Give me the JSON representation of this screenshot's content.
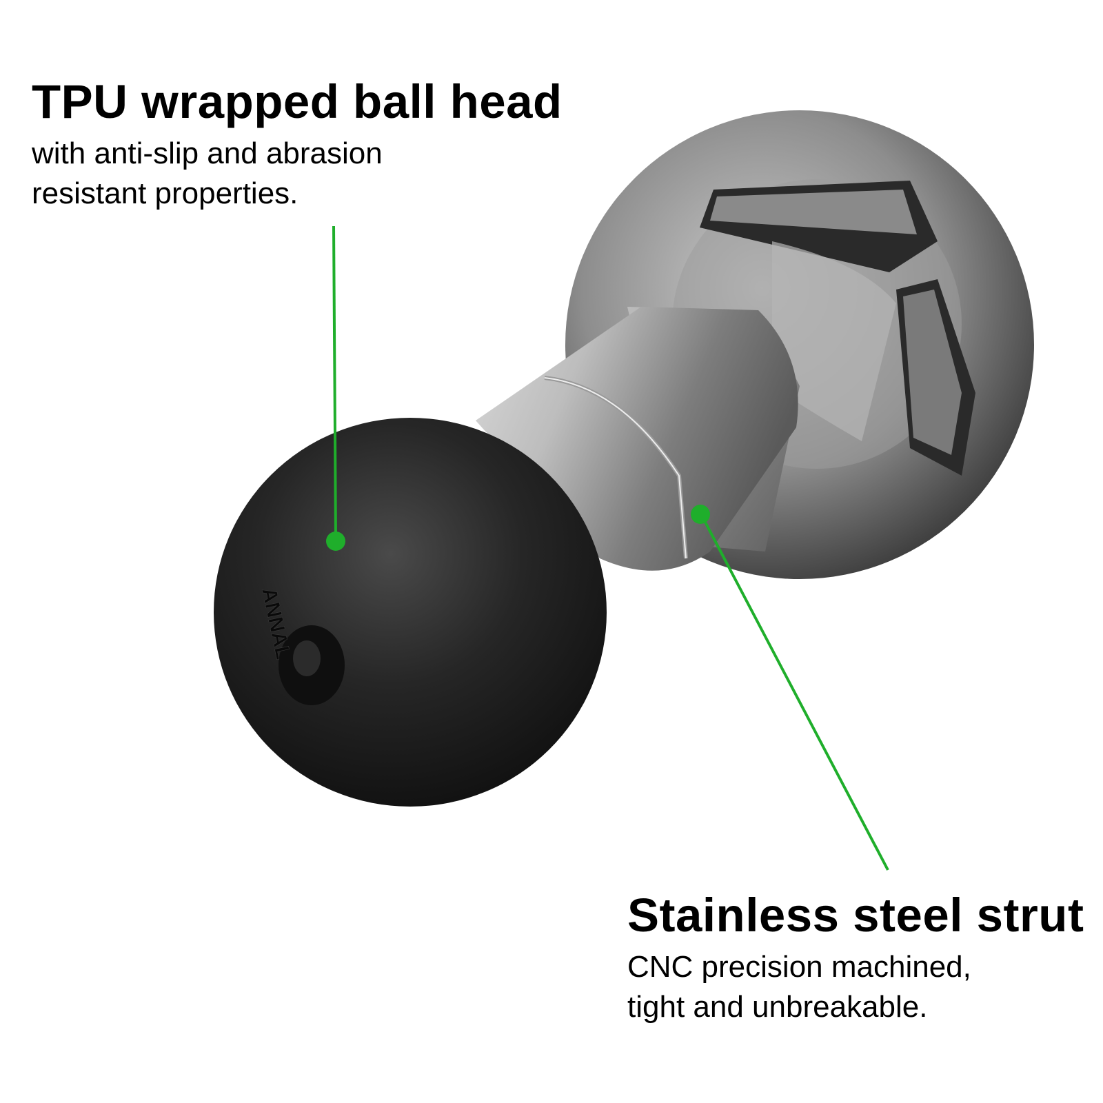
{
  "callouts": {
    "ball_head": {
      "title": "TPU wrapped ball head",
      "description_line1": "with anti-slip and abrasion",
      "description_line2": "resistant properties."
    },
    "strut": {
      "title": "Stainless steel strut",
      "description_line1": "CNC precision machined,",
      "description_line2": "tight and unbreakable."
    }
  },
  "product": {
    "brand_engraving": "ANNAL"
  },
  "colors": {
    "accent_green": "#1fae2b",
    "ball_black": "#1c1c1c",
    "steel_grey": "#8e8e8e"
  }
}
